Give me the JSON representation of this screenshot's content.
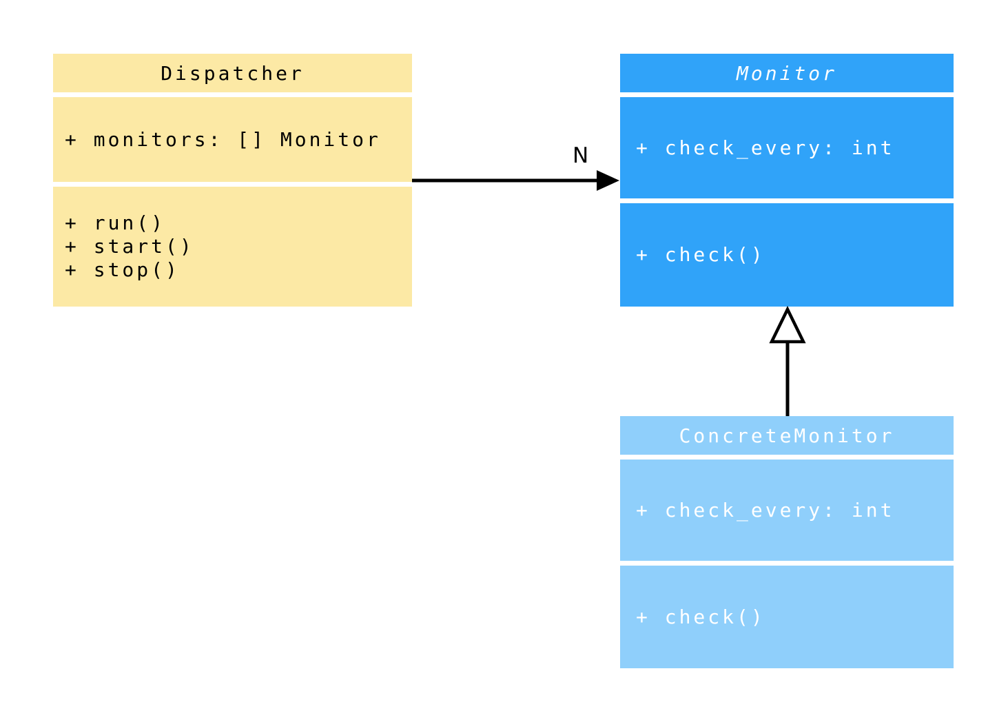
{
  "diagram": {
    "title": "Dispatcher / Monitor UML class diagram",
    "background_color": "#FFFFFF",
    "classes": [
      {
        "name": "Dispatcher",
        "abstract": false,
        "fill_color": "#FCE9A5",
        "text_color": "#000000",
        "attributes": [
          "+ monitors: [] Monitor"
        ],
        "methods": [
          "+ run()",
          "+ start()",
          "+ stop()"
        ]
      },
      {
        "name": "Monitor",
        "abstract": true,
        "fill_color": "#30A3F9",
        "text_color": "#FFFFFF",
        "attributes": [
          "+ check_every: int"
        ],
        "methods": [
          "+ check()"
        ]
      },
      {
        "name": "ConcreteMonitor",
        "abstract": false,
        "fill_color": "#8FCFFB",
        "text_color": "#FFFFFF",
        "attributes": [
          "+ check_every: int"
        ],
        "methods": [
          "+ check()"
        ]
      }
    ],
    "relations": [
      {
        "type": "association",
        "from": "Dispatcher",
        "to": "Monitor",
        "label": "N",
        "line_color": "#000000"
      },
      {
        "type": "generalization",
        "from": "ConcreteMonitor",
        "to": "Monitor",
        "label": "",
        "line_color": "#000000"
      }
    ]
  }
}
